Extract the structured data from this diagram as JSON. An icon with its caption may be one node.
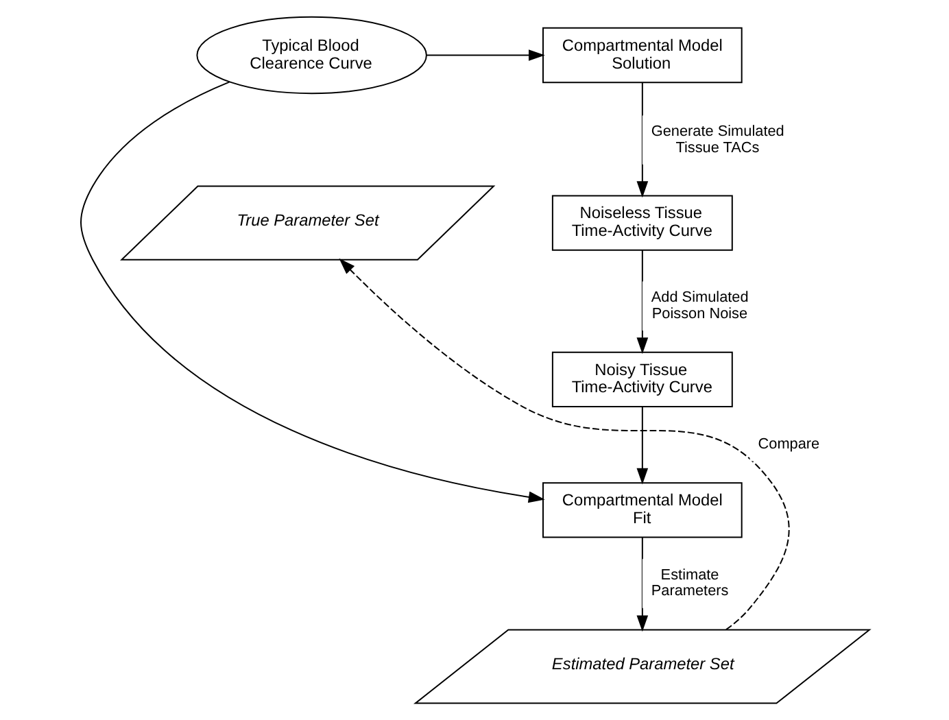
{
  "diagram": {
    "nodes": [
      {
        "text": [
          "Typical Blood Clearence Curve"
        ]
      },
      {
        "text": [
          "Compartmental Model Solution"
        ]
      },
      {
        "text": [
          "True Parameter Set"
        ]
      },
      {
        "text": [
          "Noiseless Tissue Time-Activity Curve"
        ]
      },
      {
        "text": [
          "Noisy Tissue Time-Activity Curve"
        ]
      },
      {
        "text": [
          "Compartmental Model Fit"
        ]
      },
      {
        "text": [
          "Estimated Parameter Set"
        ]
      }
    ],
    "edges": [
      {
        "from": 0,
        "to": 1,
        "arrow": "to"
      },
      {
        "from": 0,
        "to": 5,
        "arrow": "to"
      },
      {
        "from": 1,
        "to": 3,
        "arrow": "to",
        "label": "Generate Simulated Tissue TACs"
      },
      {
        "from": 3,
        "to": 4,
        "arrow": "to",
        "label": "Add Simulated Poisson Noise"
      },
      {
        "from": 4,
        "to": 5,
        "arrow": "to"
      },
      {
        "from": 5,
        "to": 6,
        "arrow": "to",
        "label": "Estimate Parameters"
      },
      {
        "from": 6,
        "to": 2,
        "arrow": "to",
        "label": "Compare",
        "style": "dashed"
      }
    ]
  }
}
